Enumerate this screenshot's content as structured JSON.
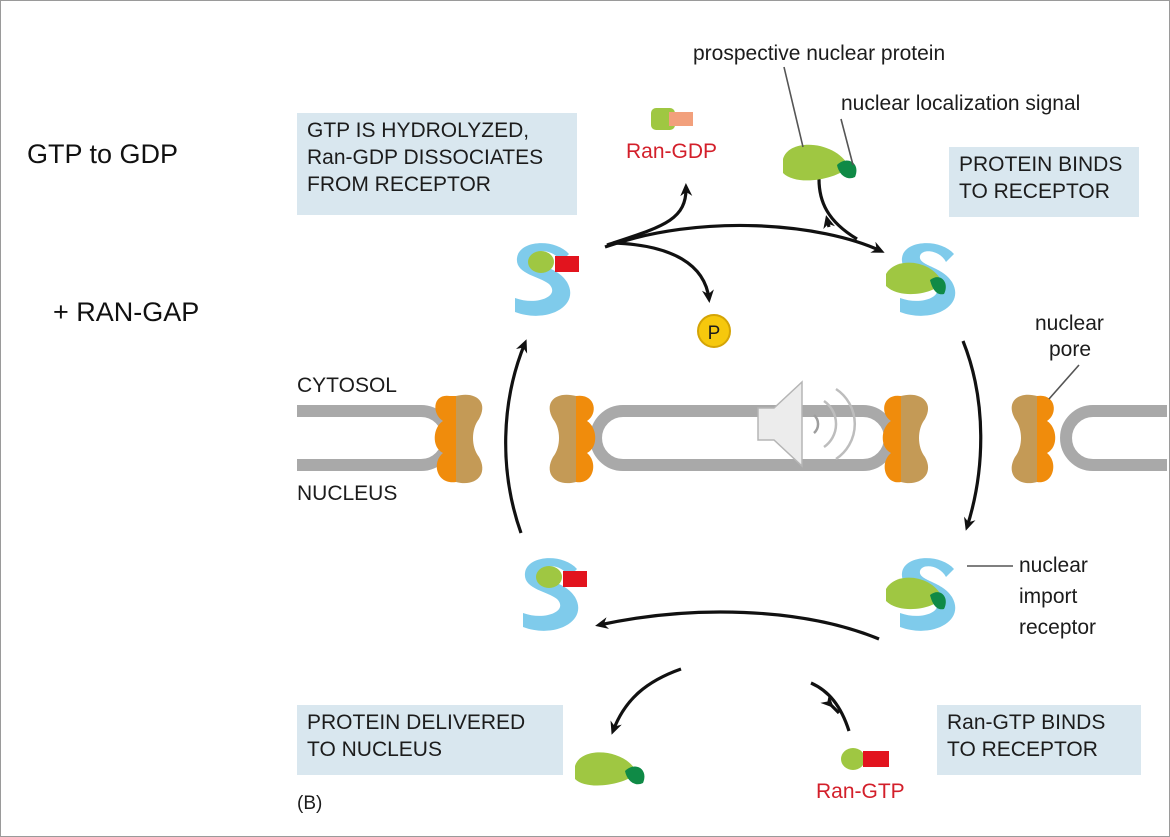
{
  "slide_notes": {
    "line1": "GTP to GDP",
    "line2": "+ RAN-GAP"
  },
  "steps": {
    "hydrolysis": [
      "GTP IS HYDROLYZED,",
      "Ran-GDP DISSOCIATES",
      "FROM RECEPTOR"
    ],
    "binds": [
      "PROTEIN BINDS",
      "TO RECEPTOR"
    ],
    "delivered": [
      "PROTEIN DELIVERED",
      "TO NUCLEUS"
    ],
    "ran_gtp_binds": [
      "Ran-GTP BINDS",
      "TO RECEPTOR"
    ]
  },
  "labels": {
    "ran_gdp": "Ran-GDP",
    "ran_gtp": "Ran-GTP",
    "prospective_protein": "prospective nuclear protein",
    "nls": "nuclear localization signal",
    "nuclear_pore": [
      "nuclear",
      "pore"
    ],
    "import_receptor": [
      "nuclear",
      "import",
      "receptor"
    ],
    "cytosol": "CYTOSOL",
    "nucleus": "NUCLEUS",
    "phosphate": "P",
    "panel": "(B)"
  },
  "colors": {
    "receptor": "#7fcbeb",
    "protein": "#9fc742",
    "nls": "#0f8a46",
    "ran_gtp": "#e2141e",
    "ran_gdp": "#f2a07c",
    "pore_tan": "#c49a56",
    "pore_orange": "#f08c0c",
    "membrane": "#a9a9a9",
    "phosphate": "#f6c80d",
    "box_fill": "#d9e7ef",
    "label_red": "#d31f2a"
  },
  "icons": {
    "audio": "speaker-icon"
  }
}
